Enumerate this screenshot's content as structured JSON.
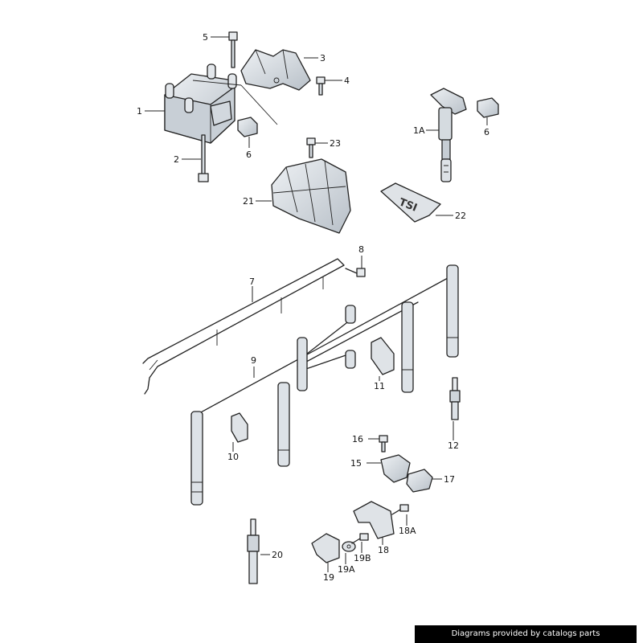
{
  "labels": {
    "p1": "1",
    "p1A": "1A",
    "p2": "2",
    "p3": "3",
    "p4": "4",
    "p5": "5",
    "p6a": "6",
    "p6b": "6",
    "p7": "7",
    "p8": "8",
    "p9": "9",
    "p10": "10",
    "p11": "11",
    "p12": "12",
    "p15": "15",
    "p16": "16",
    "p17": "17",
    "p18": "18",
    "p18A": "18A",
    "p19": "19",
    "p19A": "19A",
    "p19B": "19B",
    "p20": "20",
    "p21": "21",
    "p22": "22",
    "p23": "23"
  },
  "cover_badge": "TSI",
  "credit": "Diagrams provided by catalogs parts",
  "colors": {
    "part_fill": "#d7dde3",
    "part_shade": "#b9c1c9",
    "line": "#222222",
    "credit_bg": "#000000"
  }
}
